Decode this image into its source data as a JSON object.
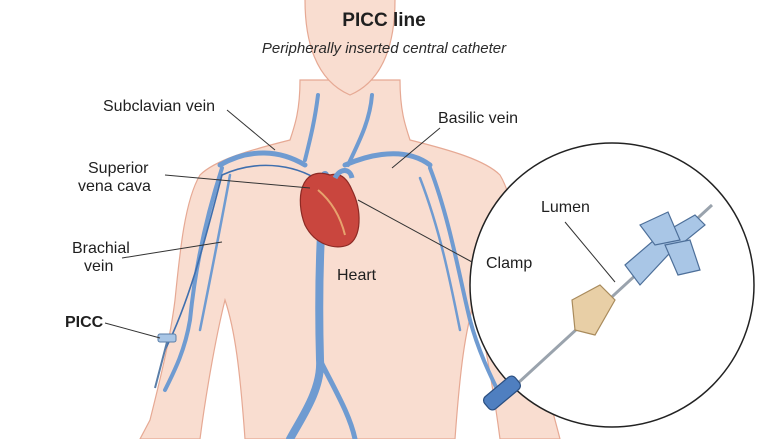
{
  "title": "PICC line",
  "subtitle": "Peripherally inserted central catheter",
  "labels": {
    "subclavian": "Subclavian vein",
    "superior_1": "Superior",
    "superior_2": "vena cava",
    "brachial_1": "Brachial",
    "brachial_2": "vein",
    "picc": "PICC",
    "basilic": "Basilic vein",
    "heart": "Heart",
    "lumen": "Lumen",
    "clamp": "Clamp"
  },
  "colors": {
    "skin": "#f9ddd0",
    "skin_outline": "#e6a994",
    "vein": "#6f9bd1",
    "vein_dark": "#3f6fae",
    "heart": "#c9463e",
    "catheter_hub": "#a9c6e6",
    "clamp": "#e8cfa6",
    "leader_line": "#333333"
  }
}
